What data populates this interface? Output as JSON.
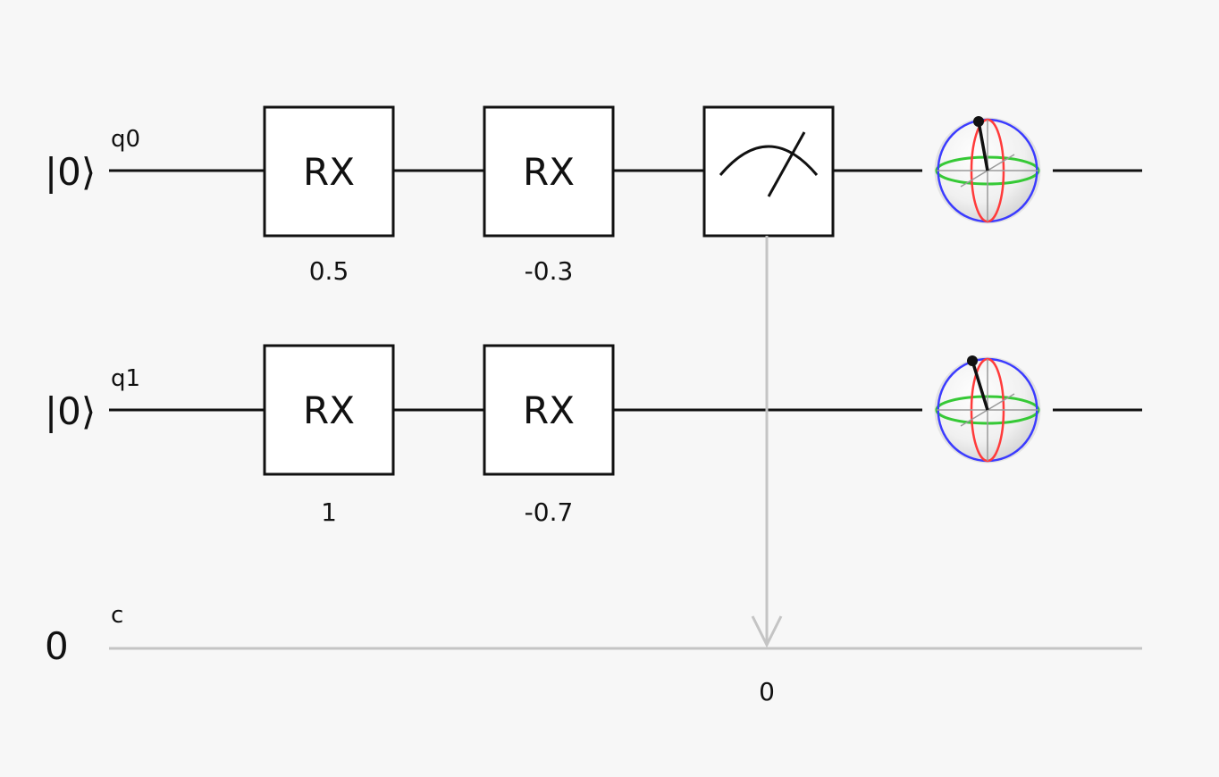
{
  "qubits": [
    {
      "ket": "|0⟩",
      "label": "q0",
      "gates": [
        {
          "name": "RX",
          "param": "0.5"
        },
        {
          "name": "RX",
          "param": "-0.3"
        }
      ],
      "has_measure": true,
      "bloch_icon": "bloch-sphere-icon"
    },
    {
      "ket": "|0⟩",
      "label": "q1",
      "gates": [
        {
          "name": "RX",
          "param": "1"
        },
        {
          "name": "RX",
          "param": "-0.7"
        }
      ],
      "has_measure": false,
      "bloch_icon": "bloch-sphere-icon"
    }
  ],
  "classical": {
    "value": "0",
    "label": "c",
    "bit_index": "0"
  },
  "measure_icon": "measurement-meter-icon",
  "colors": {
    "background": "#f7f7f7",
    "quantum_wire": "#111111",
    "classical_wire": "#c4c4c4",
    "bloch_x_axis": "#ff3b3b",
    "bloch_y_axis": "#36c936",
    "bloch_z_axis": "#3b3bff"
  }
}
